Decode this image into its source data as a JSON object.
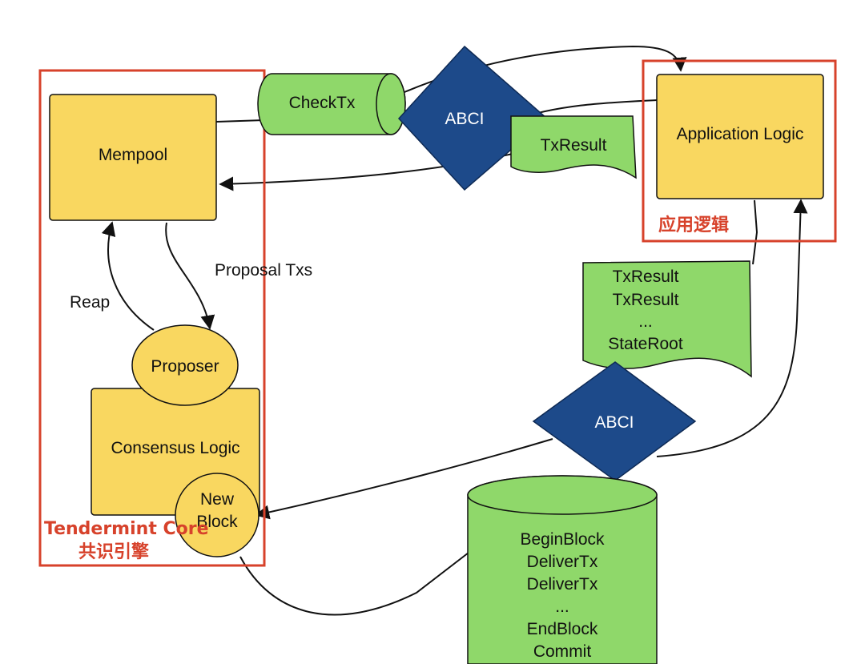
{
  "diagram": {
    "colors": {
      "yellow_fill": "#f9d760",
      "green_fill": "#8fd86a",
      "navy_fill": "#1d4a8a",
      "frame_red": "#d7422b",
      "stroke": "#111111"
    },
    "nodes": {
      "mempool": "Mempool",
      "application_logic": "Application Logic",
      "proposer": "Proposer",
      "consensus_logic": "Consensus Logic",
      "new_block": [
        "New",
        "Block"
      ],
      "abci_top": "ABCI",
      "abci_bottom": "ABCI",
      "checktx": "CheckTx",
      "txresult_top": "TxResult",
      "result_doc": [
        "TxResult",
        "TxResult",
        "...",
        "StateRoot"
      ],
      "block_cylinder": [
        "BeginBlock",
        "DeliverTx",
        "DeliverTx",
        "...",
        "EndBlock",
        "Commit"
      ]
    },
    "edge_labels": {
      "proposal_txs": "Proposal Txs",
      "reap": "Reap"
    },
    "groups": {
      "tendermint_core_en": "Tendermint Core",
      "tendermint_core_zh": "共识引擎",
      "app_logic_zh": "应用逻辑"
    }
  }
}
